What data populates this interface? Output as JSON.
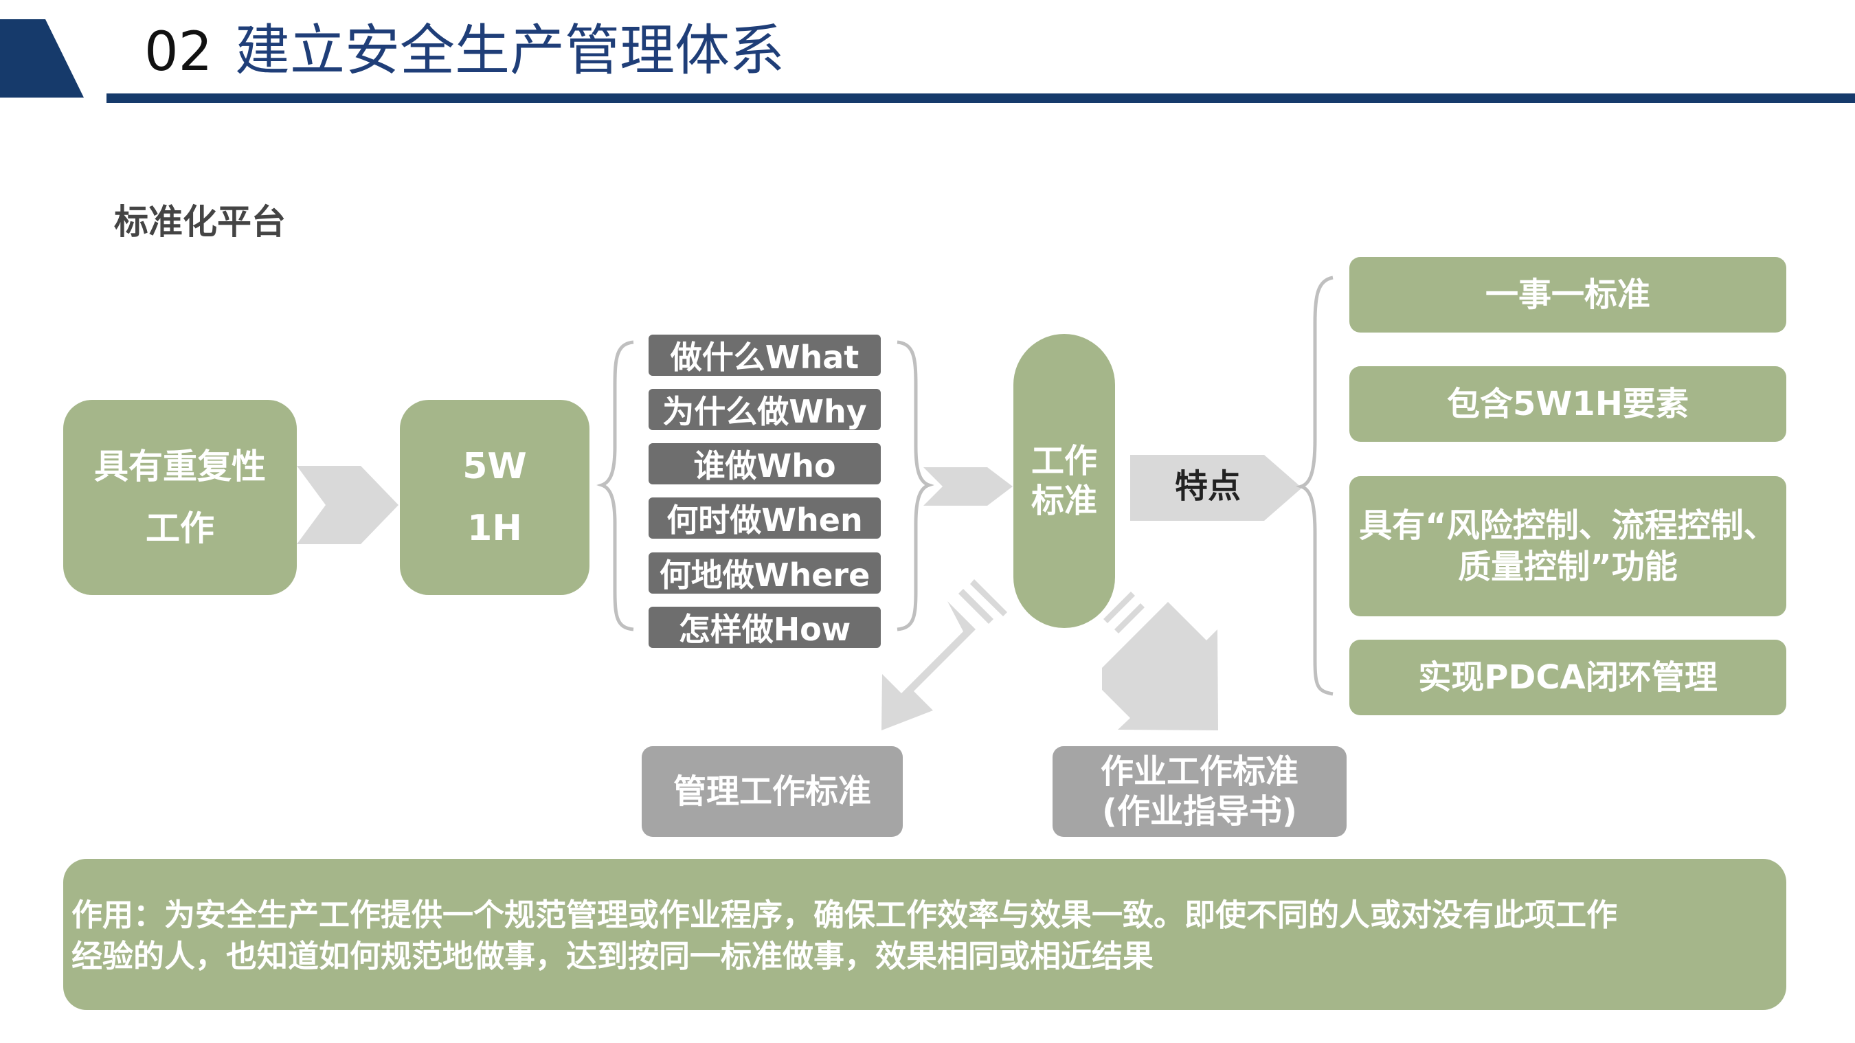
{
  "header": {
    "section_number": "02",
    "title": "建立安全生产管理体系",
    "brand_color": "#163a6b"
  },
  "subtitle": "标准化平台",
  "flow": {
    "start": [
      "具有重复性",
      "工作"
    ],
    "method": [
      "5W",
      "1H"
    ],
    "questions": [
      "做什么What",
      "为什么做Why",
      "谁做Who",
      "何时做When",
      "何地做Where",
      "怎样做How"
    ],
    "standard": [
      "工作",
      "标准"
    ],
    "features_label": "特点",
    "features": [
      [
        "一事一标准"
      ],
      [
        "包含5W1H要素"
      ],
      [
        "具有“风险控制、流程控制、",
        "质量控制”功能"
      ],
      [
        "实现PDCA闭环管理"
      ]
    ],
    "outputs": {
      "management": "管理工作标准",
      "operation": [
        "作业工作标准",
        "(作业指导书)"
      ]
    }
  },
  "purpose": [
    "作用：为安全生产工作提供一个规范管理或作业程序，确保工作效率与效果一致。即使不同的人或对没有此项工作",
    "经验的人，也知道如何规范地做事，达到按同一标准做事，效果相同或相近结果"
  ],
  "colors": {
    "green": "#a5b68a",
    "dark_gray": "#6e6e6e",
    "gray": "#a5a5a5",
    "arrow": "#d9d9d9"
  },
  "icons": [
    "chevron-arrow-icon",
    "brace-icon",
    "block-arrow-icon"
  ]
}
